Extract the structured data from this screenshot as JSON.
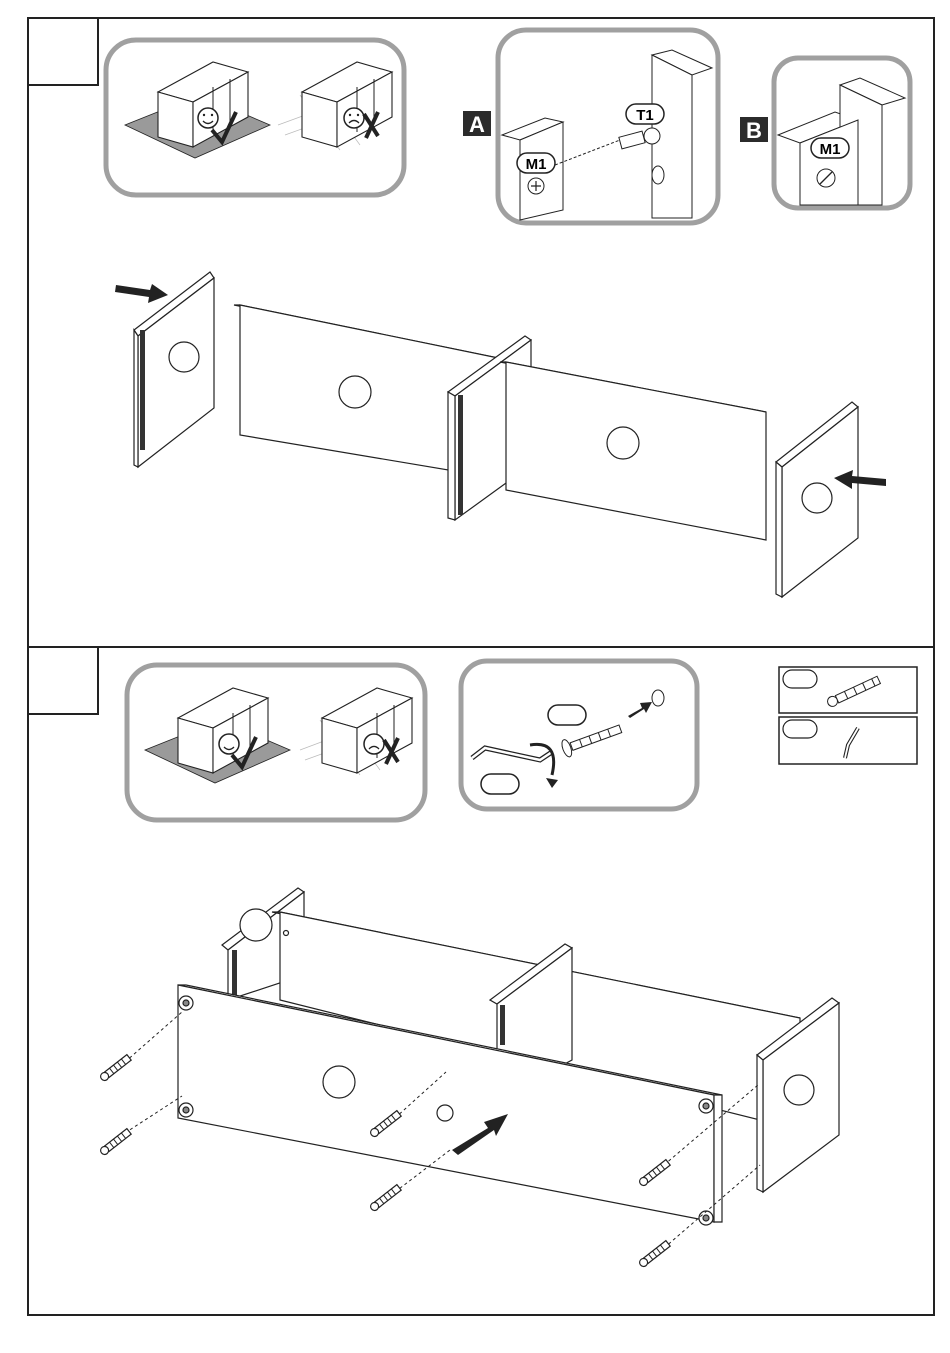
{
  "step1": {
    "number": "",
    "callout_a": "A",
    "callout_b": "B",
    "part_m1_a": "M1",
    "part_t1": "T1",
    "part_m1_b": "M1"
  },
  "step2": {
    "number": "",
    "screw_id": "",
    "wrench_id": "",
    "legend_screw_id": "",
    "legend_wrench_id": ""
  },
  "colors": {
    "line": "#222222",
    "panel_frame": "#a0a0a0",
    "callout_bg": "#2b2b2b"
  }
}
